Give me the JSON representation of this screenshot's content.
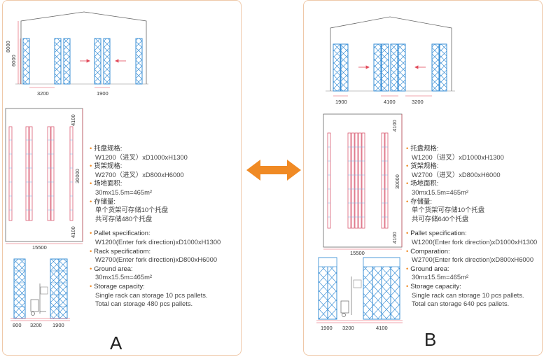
{
  "a": {
    "letter": "A",
    "elev": {
      "h_total": "8000",
      "h_rack": "6000",
      "dim1": "3200",
      "dim2": "1900"
    },
    "plan": {
      "width": "15500",
      "length": "30000",
      "top": "4100",
      "bottom": "4100"
    },
    "side": {
      "d1": "800",
      "d2": "3200",
      "d3": "1900"
    },
    "cn": {
      "pallet_h": "托盘规格:",
      "pallet_v": "W1200（进叉）xD1000xH1300",
      "rack_h": "货架规格:",
      "rack_v": "W2700（进叉）xD800xH6000",
      "area_h": "场地面积:",
      "area_v": "30mx15.5m=465m²",
      "cap_h": "存储量:",
      "cap_v1": "单个货架可存储10个托盘",
      "cap_v2": "共可存储480个托盘"
    },
    "en": {
      "pallet_h": "Pallet specification:",
      "pallet_v": "W1200(Enter fork direction)xD1000xH1300",
      "rack_h": "Rack specificatiom:",
      "rack_v": "W2700(Enter fork direction)xD800xH6000",
      "area_h": "Ground area:",
      "area_v": "30mx15.5m=465m²",
      "cap_h": "Storage capacity:",
      "cap_v1": "Single rack can storage 10 pcs pallets.",
      "cap_v2": "Total can storage 480 pcs pallets."
    }
  },
  "b": {
    "letter": "B",
    "elev": {
      "dim1": "1900",
      "dim2": "4100",
      "dim3": "3200"
    },
    "plan": {
      "width": "15500",
      "length": "30000",
      "top": "4100",
      "bottom": "4100"
    },
    "side": {
      "d1": "1900",
      "d2": "3200",
      "d3": "4100"
    },
    "cn": {
      "pallet_h": "托盘规格:",
      "pallet_v": "W1200（进叉）xD1000xH1300",
      "rack_h": "货架规格:",
      "rack_v": "W2700（进叉）xD800xH6000",
      "area_h": "场地面积:",
      "area_v": "30mx15.5m=465m²",
      "cap_h": "存储量:",
      "cap_v1": "单个货架可存储10个托盘",
      "cap_v2": "共可存储640个托盘"
    },
    "en": {
      "pallet_h": "Pallet specification:",
      "pallet_v": "W1200(Enter fork direction)xD1000xH1300",
      "rack_h": "Comparation:",
      "rack_v": "W2700(Enter fork direction)xD800xH6000",
      "area_h": "Ground area:",
      "area_v": "30mx15.5m=465m²",
      "cap_h": "Storage capacity:",
      "cap_v1": "Single rack can storage 10 pcs pallets.",
      "cap_v2": "Total can storage 640 pcs pallets."
    }
  },
  "colors": {
    "rack": "#3a8fd6",
    "dim": "#e24a5a",
    "arrow": "#f08a24",
    "panel_border": "#efc8a8"
  }
}
